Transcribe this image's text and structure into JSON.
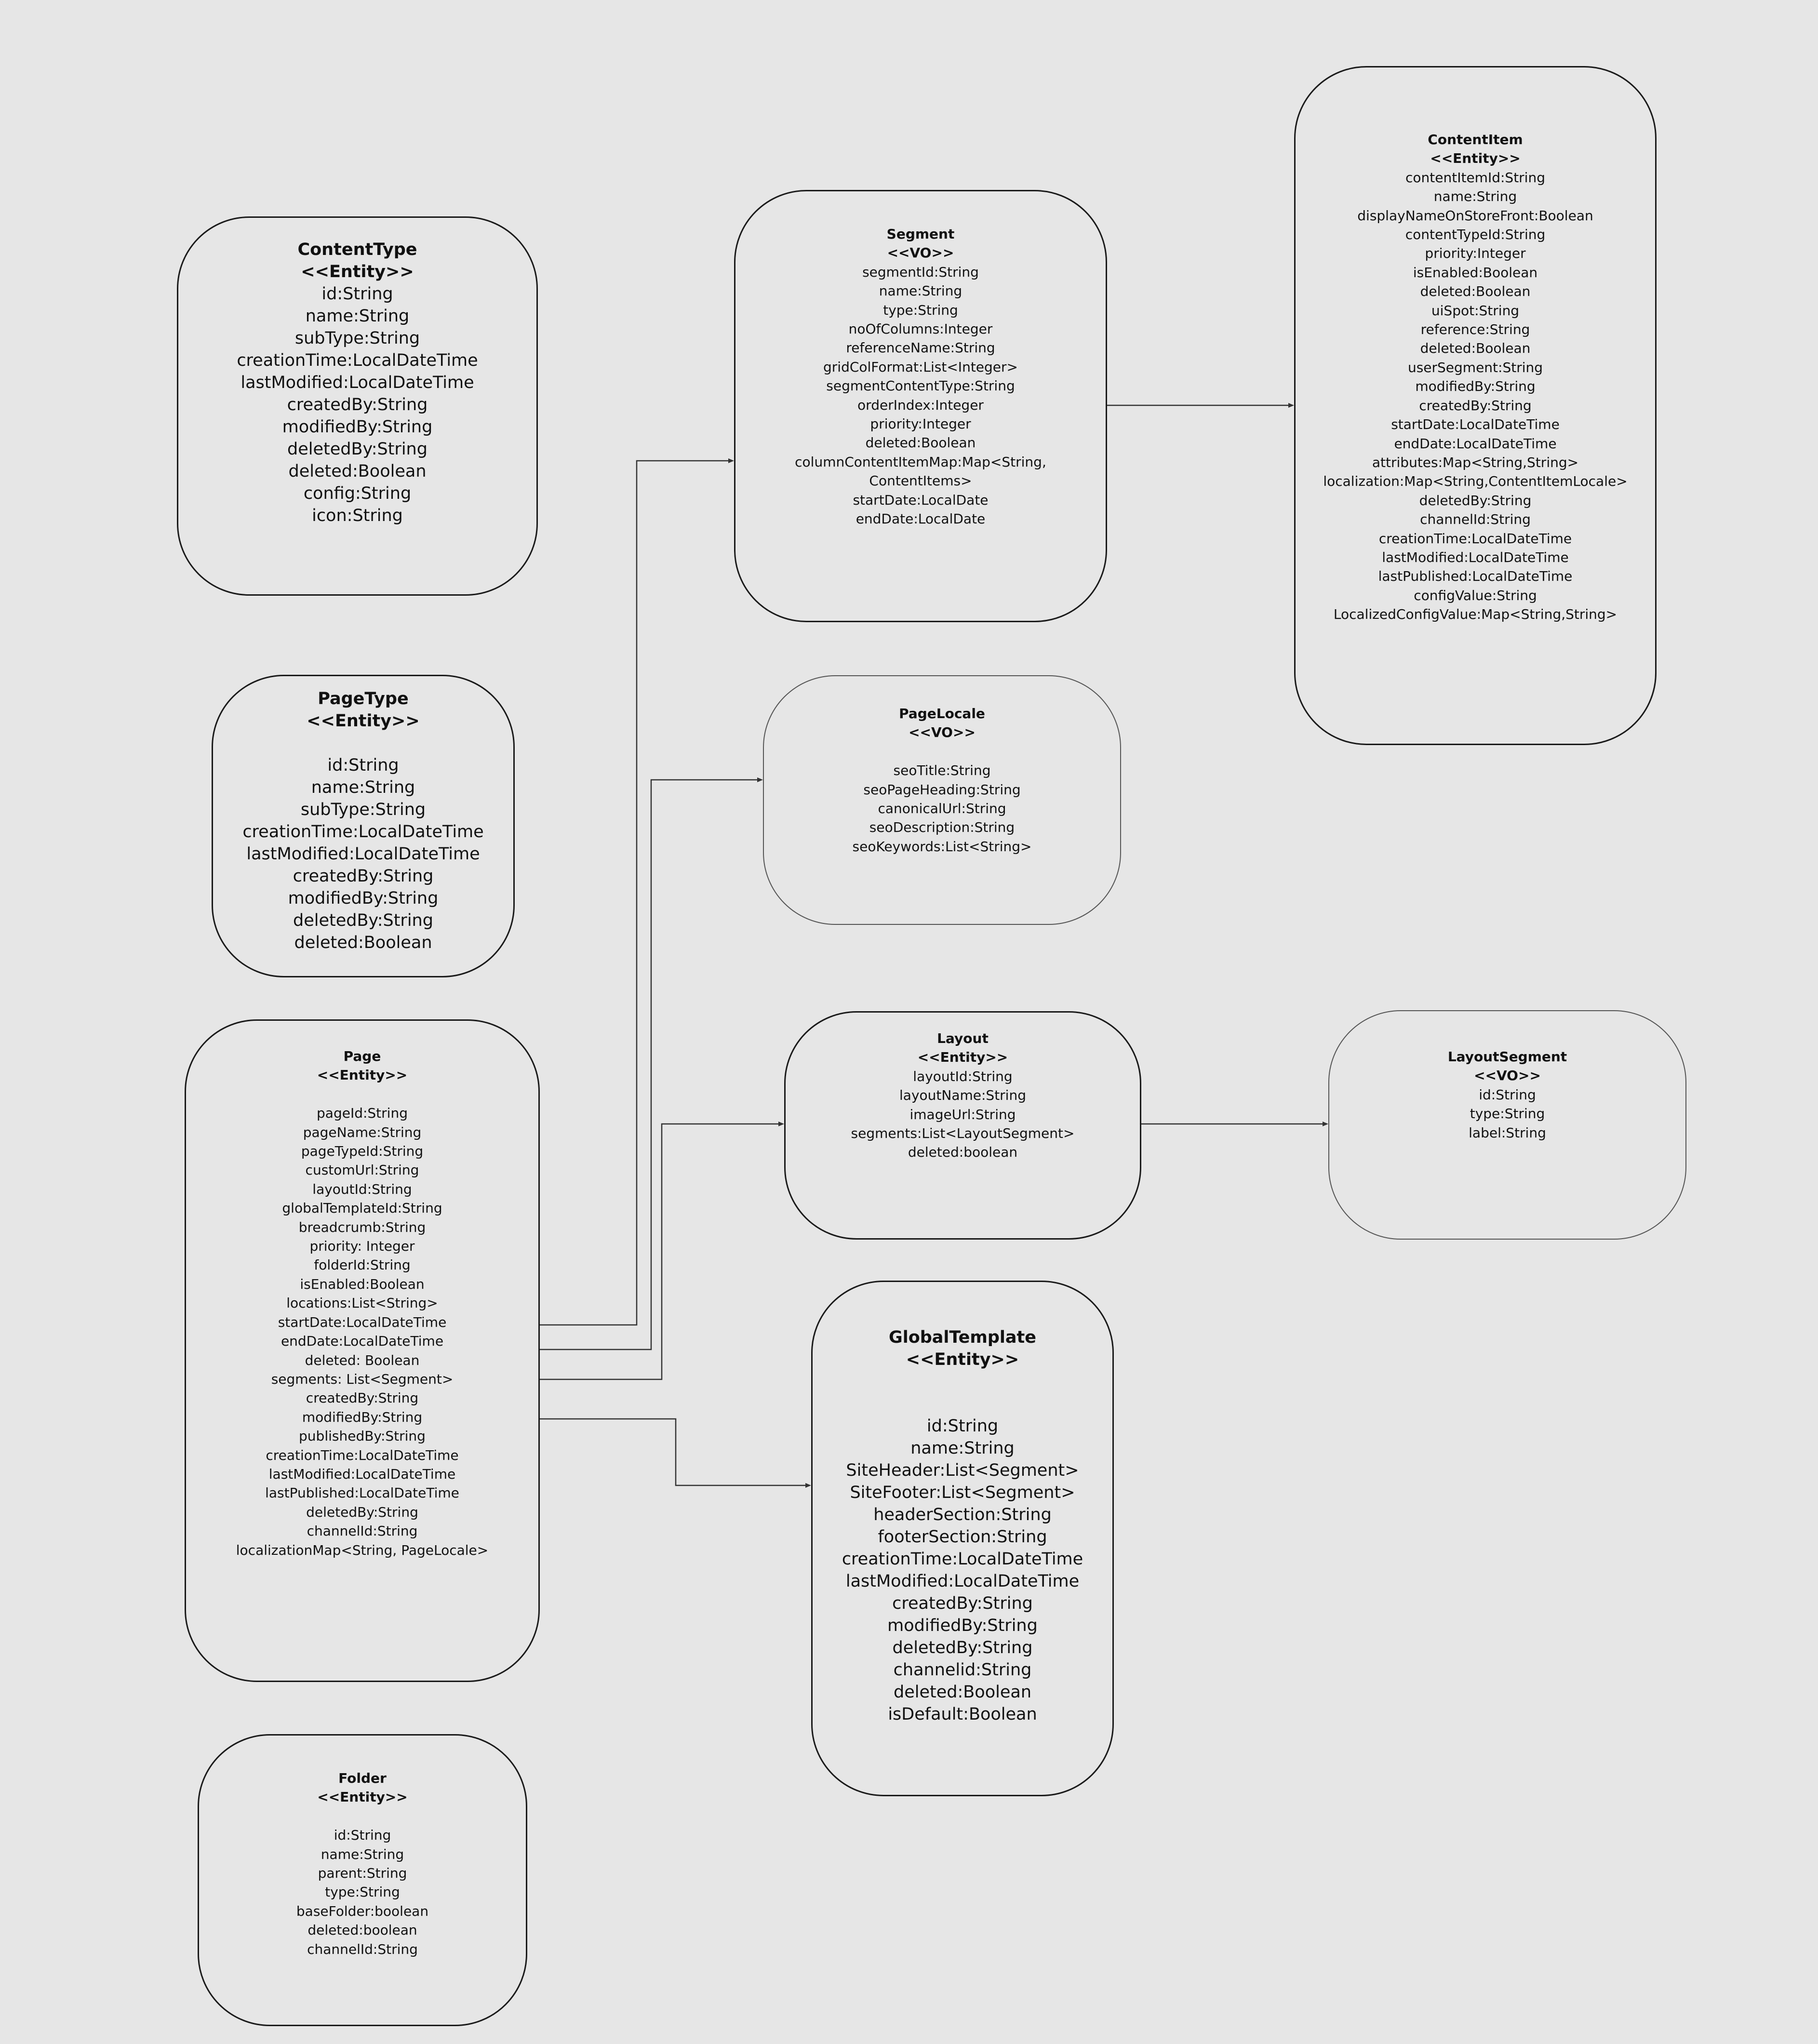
{
  "entities": {
    "contenttype": {
      "title": "ContentType",
      "stereotype": "<<Entity>>",
      "attributes": [
        "id:String",
        "name:String",
        "subType:String",
        "creationTime:LocalDateTime",
        "lastModified:LocalDateTime",
        "createdBy:String",
        "modifiedBy:String",
        "deletedBy:String",
        "deleted:Boolean",
        "config:String",
        "icon:String"
      ]
    },
    "pagetype": {
      "title": "PageType",
      "stereotype": "<<Entity>>",
      "attributes": [
        "",
        "id:String",
        "name:String",
        "subType:String",
        "creationTime:LocalDateTime",
        "lastModified:LocalDateTime",
        "createdBy:String",
        "modifiedBy:String",
        "deletedBy:String",
        "deleted:Boolean"
      ]
    },
    "page": {
      "title": "Page",
      "stereotype": "<<Entity>>",
      "attributes": [
        "",
        "pageId:String",
        "pageName:String",
        "pageTypeId:String",
        "customUrl:String",
        "layoutId:String",
        "globalTemplateId:String",
        "breadcrumb:String",
        "priority: Integer",
        "folderId:String",
        "isEnabled:Boolean",
        "locations:List<String>",
        "startDate:LocalDateTime",
        "endDate:LocalDateTime",
        "deleted: Boolean",
        "segments: List<Segment>",
        "createdBy:String",
        "modifiedBy:String",
        "publishedBy:String",
        "creationTime:LocalDateTime",
        "lastModified:LocalDateTime",
        "lastPublished:LocalDateTime",
        "deletedBy:String",
        "channelId:String",
        "localizationMap<String, PageLocale>"
      ]
    },
    "folder": {
      "title": "Folder",
      "stereotype": "<<Entity>>",
      "attributes": [
        "",
        "id:String",
        "name:String",
        "parent:String",
        "type:String",
        "baseFolder:boolean",
        "deleted:boolean",
        "channelId:String"
      ]
    },
    "segment": {
      "title": "Segment",
      "stereotype": "<<VO>>",
      "attributes": [
        "segmentId:String",
        "name:String",
        "type:String",
        "noOfColumns:Integer",
        "referenceName:String",
        "gridColFormat:List<Integer>",
        "segmentContentType:String",
        "orderIndex:Integer",
        "priority:Integer",
        "deleted:Boolean",
        "columnContentItemMap:Map<String,",
        "ContentItems>",
        "startDate:LocalDate",
        "endDate:LocalDate"
      ]
    },
    "pagelocale": {
      "title": "PageLocale",
      "stereotype": "<<VO>>",
      "attributes": [
        "",
        "seoTitle:String",
        "seoPageHeading:String",
        "canonicalUrl:String",
        "seoDescription:String",
        "seoKeywords:List<String>"
      ]
    },
    "layout": {
      "title": "Layout",
      "stereotype": "<<Entity>>",
      "attributes": [
        "layoutId:String",
        "layoutName:String",
        "imageUrl:String",
        "segments:List<LayoutSegment>",
        "deleted:boolean"
      ]
    },
    "globaltemplate": {
      "title": "GlobalTemplate",
      "stereotype": "<<Entity>>",
      "attributes": [
        "",
        "",
        "id:String",
        "name:String",
        "SiteHeader:List<Segment>",
        "SiteFooter:List<Segment>",
        "headerSection:String",
        "footerSection:String",
        "creationTime:LocalDateTime",
        "lastModified:LocalDateTime",
        "createdBy:String",
        "modifiedBy:String",
        "deletedBy:String",
        "channelid:String",
        "deleted:Boolean",
        "isDefault:Boolean"
      ]
    },
    "contentitem": {
      "title": "ContentItem",
      "stereotype": "<<Entity>>",
      "attributes": [
        "contentItemId:String",
        "name:String",
        "displayNameOnStoreFront:Boolean",
        "contentTypeId:String",
        "priority:Integer",
        "isEnabled:Boolean",
        "deleted:Boolean",
        "uiSpot:String",
        "reference:String",
        "deleted:Boolean",
        "userSegment:String",
        "modifiedBy:String",
        "createdBy:String",
        "startDate:LocalDateTime",
        "endDate:LocalDateTime",
        "attributes:Map<String,String>",
        "localization:Map<String,ContentItemLocale>",
        "deletedBy:String",
        "channelId:String",
        "creationTime:LocalDateTime",
        "lastModified:LocalDateTime",
        "lastPublished:LocalDateTime",
        "configValue:String",
        "LocalizedConfigValue:Map<String,String>"
      ]
    },
    "layoutsegment": {
      "title": "LayoutSegment",
      "stereotype": "<<VO>>",
      "attributes": [
        "id:String",
        "type:String",
        "label:String"
      ]
    }
  }
}
